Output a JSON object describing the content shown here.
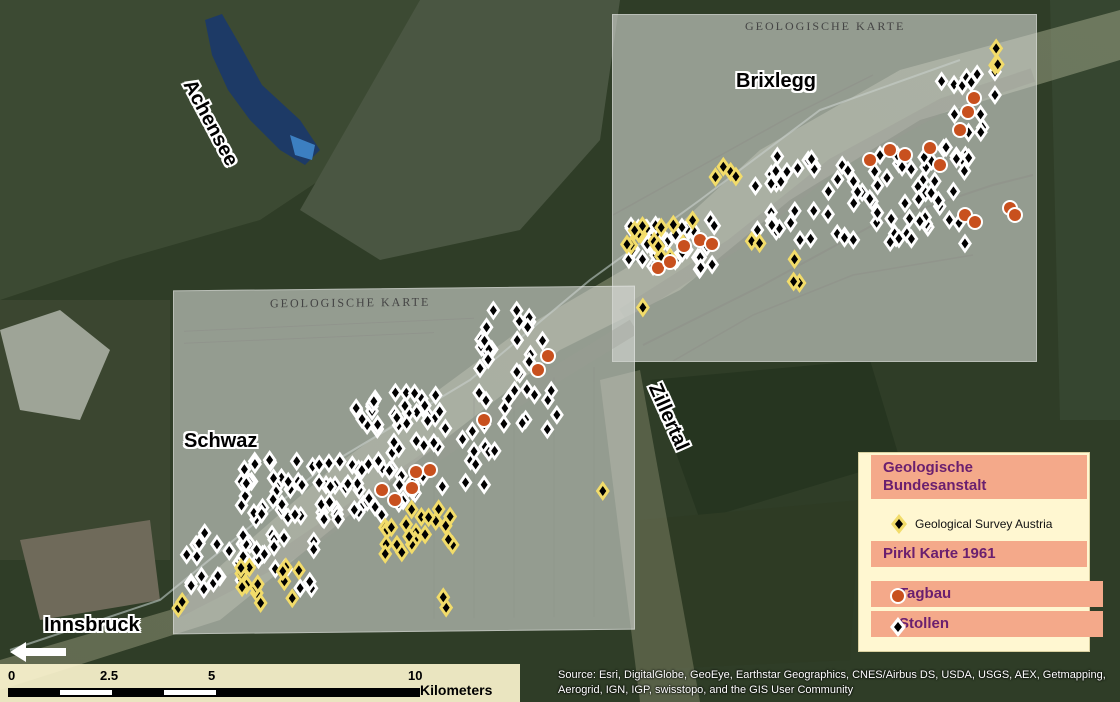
{
  "places": {
    "achensee": "Achensee",
    "brixlegg": "Brixlegg",
    "schwaz": "Schwaz",
    "zillertal": "Zillertal",
    "innsbruck": "Innsbruck"
  },
  "map_sheets": {
    "schwaz_sheet_title": "GEOLOGISCHE KARTE",
    "brixlegg_sheet_title": "GEOLOGISCHE KARTE"
  },
  "legend": {
    "group1_title_line1": "Geologische",
    "group1_title_line2": "Bundesanstalt",
    "gsa_label": "Geological Survey Austria",
    "group2_title": "Pirkl Karte 1961",
    "tagbau_label": "Tagbau",
    "stollen_label": "Stollen"
  },
  "scalebar": {
    "ticks": [
      "0",
      "2.5",
      "5",
      "10"
    ],
    "unit": "Kilometers"
  },
  "attribution": "Source: Esri, DigitalGlobe, GeoEye, Earthstar Geographics, CNES/Airbus DS, USDA, USGS, AEX, Getmapping, Aerogrid, IGN, IGP, swisstopo, and the GIS User Community",
  "colors": {
    "gsa_symbol": "#f2dc6a",
    "tagbau_symbol": "#c8501e",
    "stollen_symbol": "#000000",
    "legend_header_bg": "#f4a98a",
    "legend_header_text": "#6a1f6f",
    "legend_bg": "#fff7d1"
  }
}
